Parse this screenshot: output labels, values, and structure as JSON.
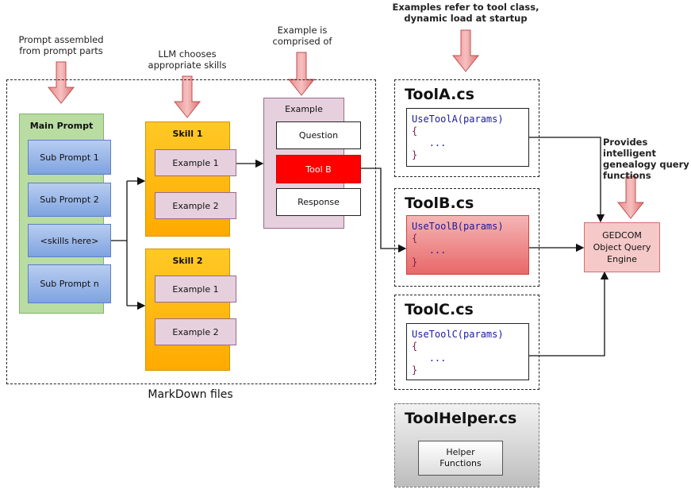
{
  "annotations": {
    "prompt_assembled": "Prompt assembled from prompt parts",
    "llm_chooses": "LLM chooses appropriate skills",
    "example_comprised": "Example is comprised of",
    "examples_refer": "Examples refer to tool class, dynamic load at startup",
    "provides": "Provides intelligent genealogy query functions"
  },
  "markdown_label": "MarkDown files",
  "main_prompt": {
    "title": "Main Prompt",
    "items": [
      "Sub Prompt 1",
      "Sub Prompt 2",
      "<skills here>",
      "Sub Prompt n"
    ]
  },
  "skills": [
    {
      "title": "Skill 1",
      "examples": [
        "Example 1",
        "Example 2"
      ]
    },
    {
      "title": "Skill 2",
      "examples": [
        "Example 1",
        "Example 2"
      ]
    }
  ],
  "example": {
    "title": "Example",
    "parts": [
      "Question",
      "Tool B",
      "Response"
    ]
  },
  "tools": [
    {
      "file": "ToolA.cs",
      "signature": "UseToolA(params)",
      "open": "{",
      "body": "...",
      "close": "}"
    },
    {
      "file": "ToolB.cs",
      "signature": "UseToolB(params)",
      "open": "{",
      "body": "...",
      "close": "}"
    },
    {
      "file": "ToolC.cs",
      "signature": "UseToolC(params)",
      "open": "{",
      "body": "...",
      "close": "}"
    }
  ],
  "helper": {
    "file": "ToolHelper.cs",
    "label": "Helper Functions"
  },
  "engine": {
    "label": "GEDCOM Object Query Engine"
  },
  "colors": {
    "highlight": "#ff0000",
    "arrow": "#e07070",
    "skill": "#ffbf1a",
    "main_prompt": "#b9dca3",
    "example": "#e6d0dd"
  }
}
